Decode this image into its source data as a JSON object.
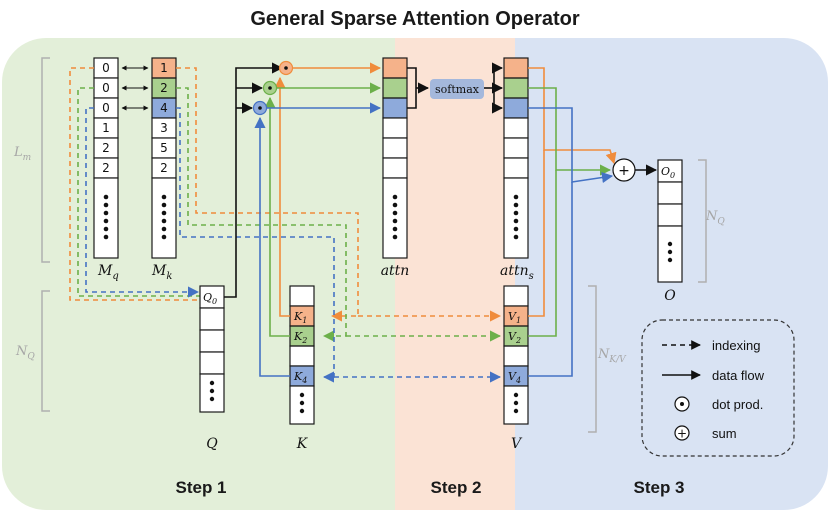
{
  "title": "General Sparse Attention Operator",
  "steps": [
    "Step 1",
    "Step 2",
    "Step 3"
  ],
  "colors": {
    "step1_bg": "#e3efd9",
    "step2_bg": "#fbe3d5",
    "step3_bg": "#d9e3f3",
    "orange": "#f08c3c",
    "green": "#6cb04a",
    "blue": "#4472c4",
    "orange_fill": "#f5b28a",
    "green_fill": "#a9d08e",
    "blue_fill": "#8eaadb"
  },
  "mq": {
    "label": "M",
    "sub": "q",
    "values": [
      "0",
      "0",
      "0",
      "1",
      "2",
      "2"
    ]
  },
  "mk": {
    "label": "M",
    "sub": "k",
    "values": [
      "1",
      "2",
      "4",
      "3",
      "5",
      "2"
    ]
  },
  "vertical_dots": "•",
  "brackets": {
    "lm": {
      "main": "L",
      "sub": "m"
    },
    "nq_left": {
      "main": "N",
      "sub": "Q"
    },
    "nq_right": {
      "main": "N",
      "sub": "Q"
    },
    "nkv": {
      "main": "N",
      "sub": "K/V"
    }
  },
  "q": {
    "label": "Q",
    "cell0": "Q",
    "cell0_sub": "0"
  },
  "k": {
    "label": "K",
    "cells": [
      {
        "main": "K",
        "sub": "1"
      },
      {
        "main": "K",
        "sub": "2"
      },
      {
        "main": "K",
        "sub": "4"
      }
    ]
  },
  "v": {
    "label": "V",
    "cells": [
      {
        "main": "V",
        "sub": "1"
      },
      {
        "main": "V",
        "sub": "2"
      },
      {
        "main": "V",
        "sub": "4"
      }
    ]
  },
  "attn": {
    "label": "attn"
  },
  "attn_s": {
    "label": "attn",
    "sub": "s"
  },
  "softmax": {
    "label": "softmax",
    "fill": "#a4b8dc"
  },
  "output": {
    "label": "O",
    "cell0": "O",
    "cell0_sub": "0"
  },
  "symbols": {
    "dot": "•",
    "plus": "+"
  },
  "legend": {
    "indexing": "indexing",
    "data_flow": "data flow",
    "dot_prod": "dot prod.",
    "sum": "sum"
  }
}
